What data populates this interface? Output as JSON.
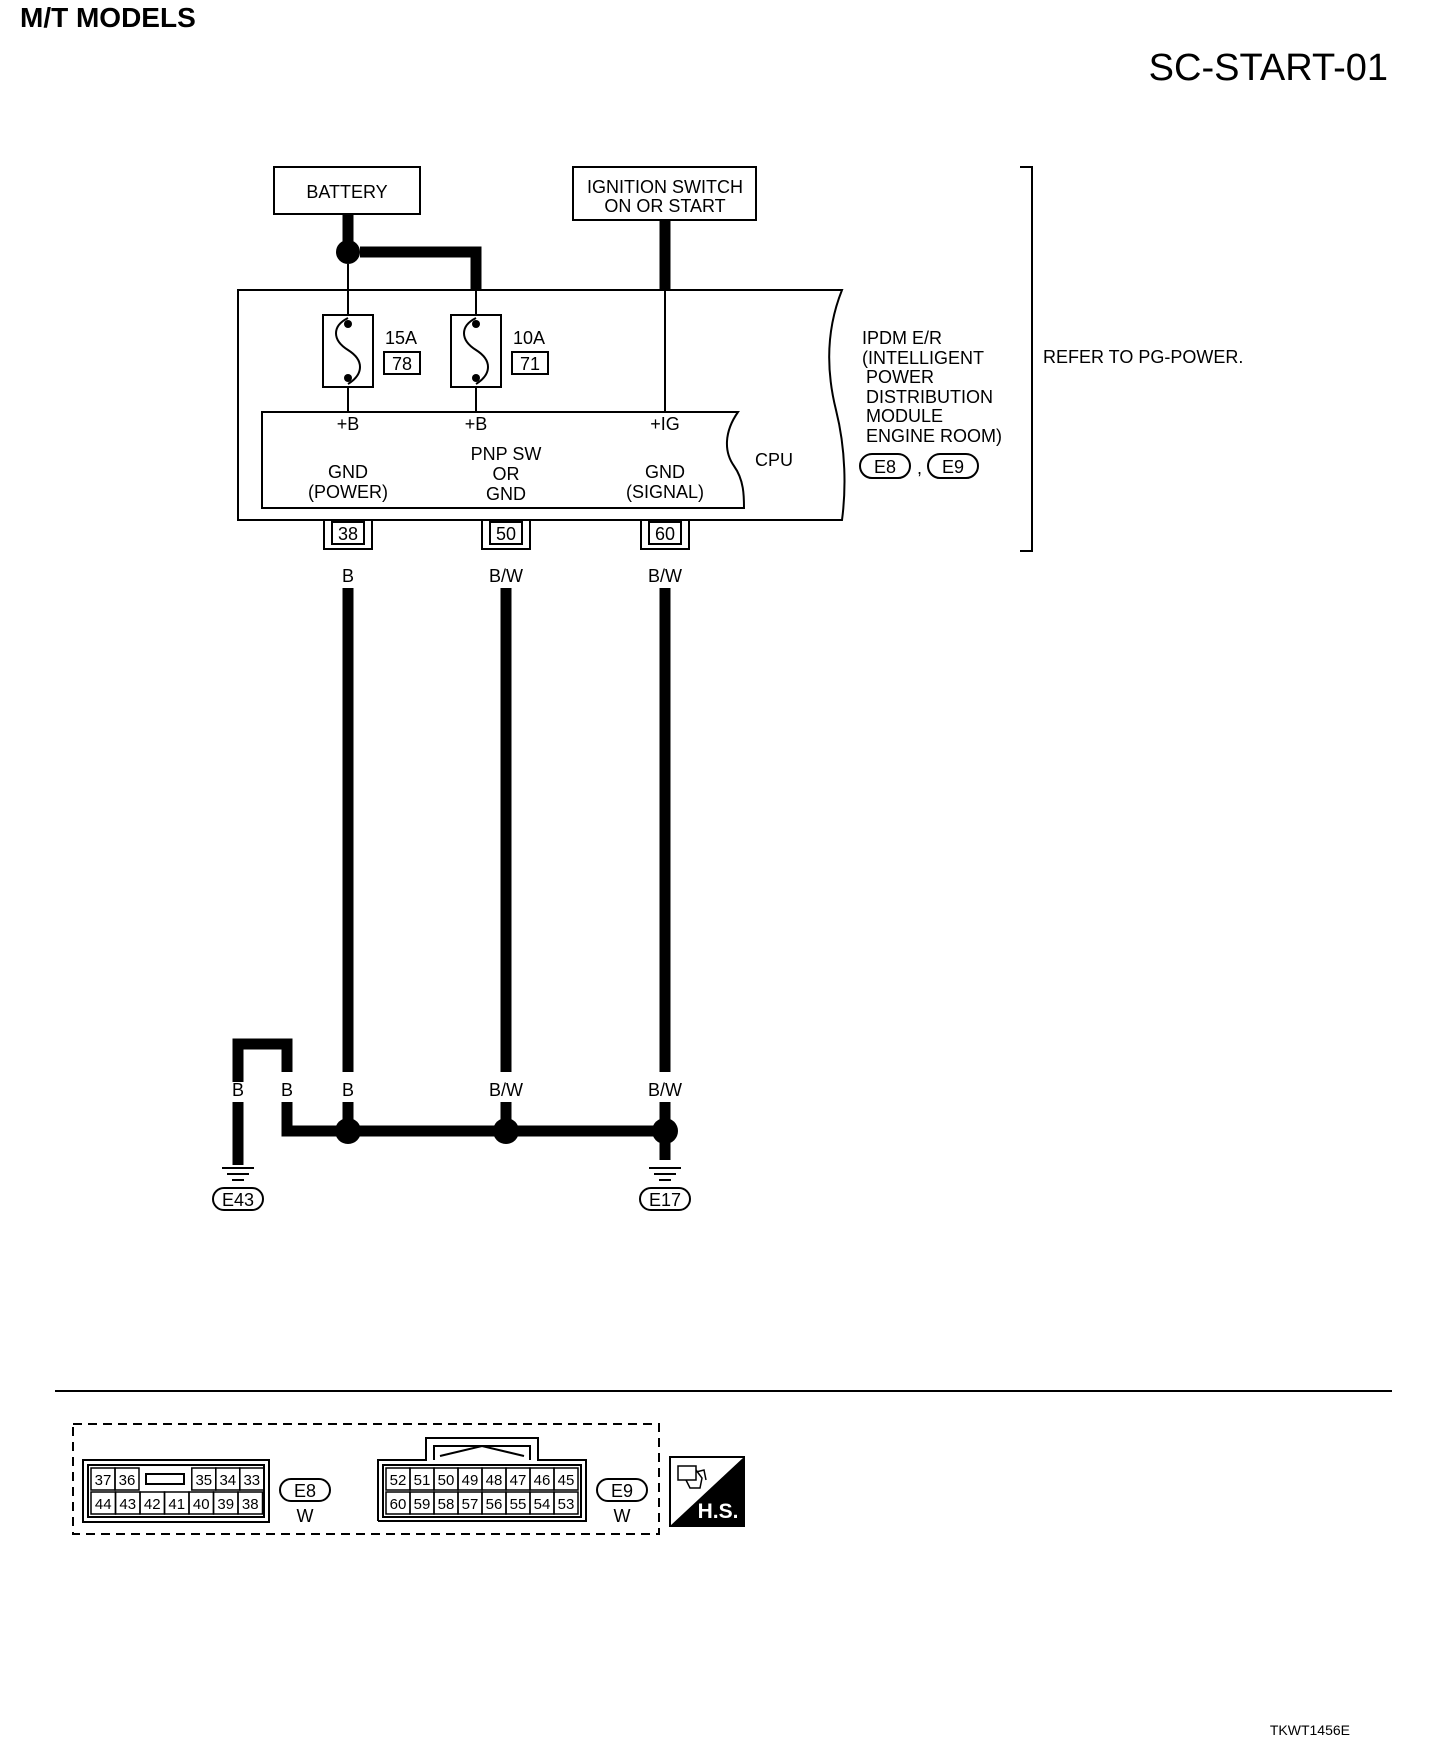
{
  "header": {
    "title": "M/T MODELS",
    "diagram_code": "SC-START-01"
  },
  "sources": {
    "battery": "BATTERY",
    "ignition_line1": "IGNITION SWITCH",
    "ignition_line2": "ON OR START"
  },
  "fuses": [
    {
      "amps": "15A",
      "number": "78"
    },
    {
      "amps": "10A",
      "number": "71"
    }
  ],
  "ipdm": {
    "lines": [
      "IPDM E/R",
      "(INTELLIGENT",
      "POWER",
      "DISTRIBUTION",
      "MODULE",
      "ENGINE ROOM)"
    ],
    "connectors": [
      "E8",
      "E9"
    ],
    "refer": "REFER TO PG-POWER."
  },
  "cpu": {
    "label": "CPU",
    "inputs": [
      "+B",
      "+B",
      "+IG"
    ],
    "outputs": [
      [
        "GND",
        "(POWER)"
      ],
      [
        "PNP SW",
        "OR",
        "GND"
      ],
      [
        "GND",
        "(SIGNAL)"
      ]
    ]
  },
  "terminals": [
    "38",
    "50",
    "60"
  ],
  "wire_colors_top": [
    "B",
    "B/W",
    "B/W"
  ],
  "wire_colors_bottom": [
    "B",
    "B",
    "B",
    "B/W",
    "B/W"
  ],
  "grounds": [
    "E43",
    "E17"
  ],
  "connector_views": {
    "e8": {
      "name": "E8",
      "color": "W",
      "top": [
        "37",
        "36",
        "",
        "35",
        "34",
        "33"
      ],
      "bottom": [
        "44",
        "43",
        "42",
        "41",
        "40",
        "39",
        "38"
      ]
    },
    "e9": {
      "name": "E9",
      "color": "W",
      "top": [
        "52",
        "51",
        "50",
        "49",
        "48",
        "47",
        "46",
        "45"
      ],
      "bottom": [
        "60",
        "59",
        "58",
        "57",
        "56",
        "55",
        "54",
        "53"
      ]
    },
    "hs_label": "H.S."
  },
  "footer_code": "TKWT1456E"
}
